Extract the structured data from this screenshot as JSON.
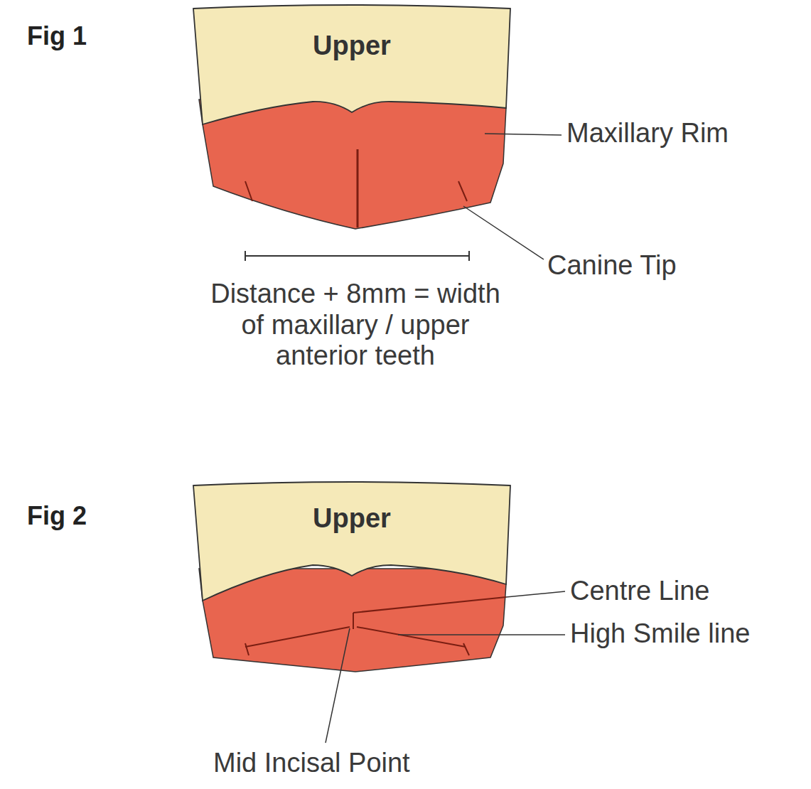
{
  "diagram": {
    "nodes": [
      {
        "text": [
          "Upper"
        ]
      },
      {
        "text": [
          "Upper"
        ]
      }
    ],
    "labels": [
      "Fig 1",
      "Maxillary Rim",
      "Canine Tip",
      "Distance + 8mm = width of maxillary / upper anterior teeth",
      "Fig 2",
      "Centre Line",
      "High Smile line",
      "Mid Incisal Point"
    ]
  }
}
